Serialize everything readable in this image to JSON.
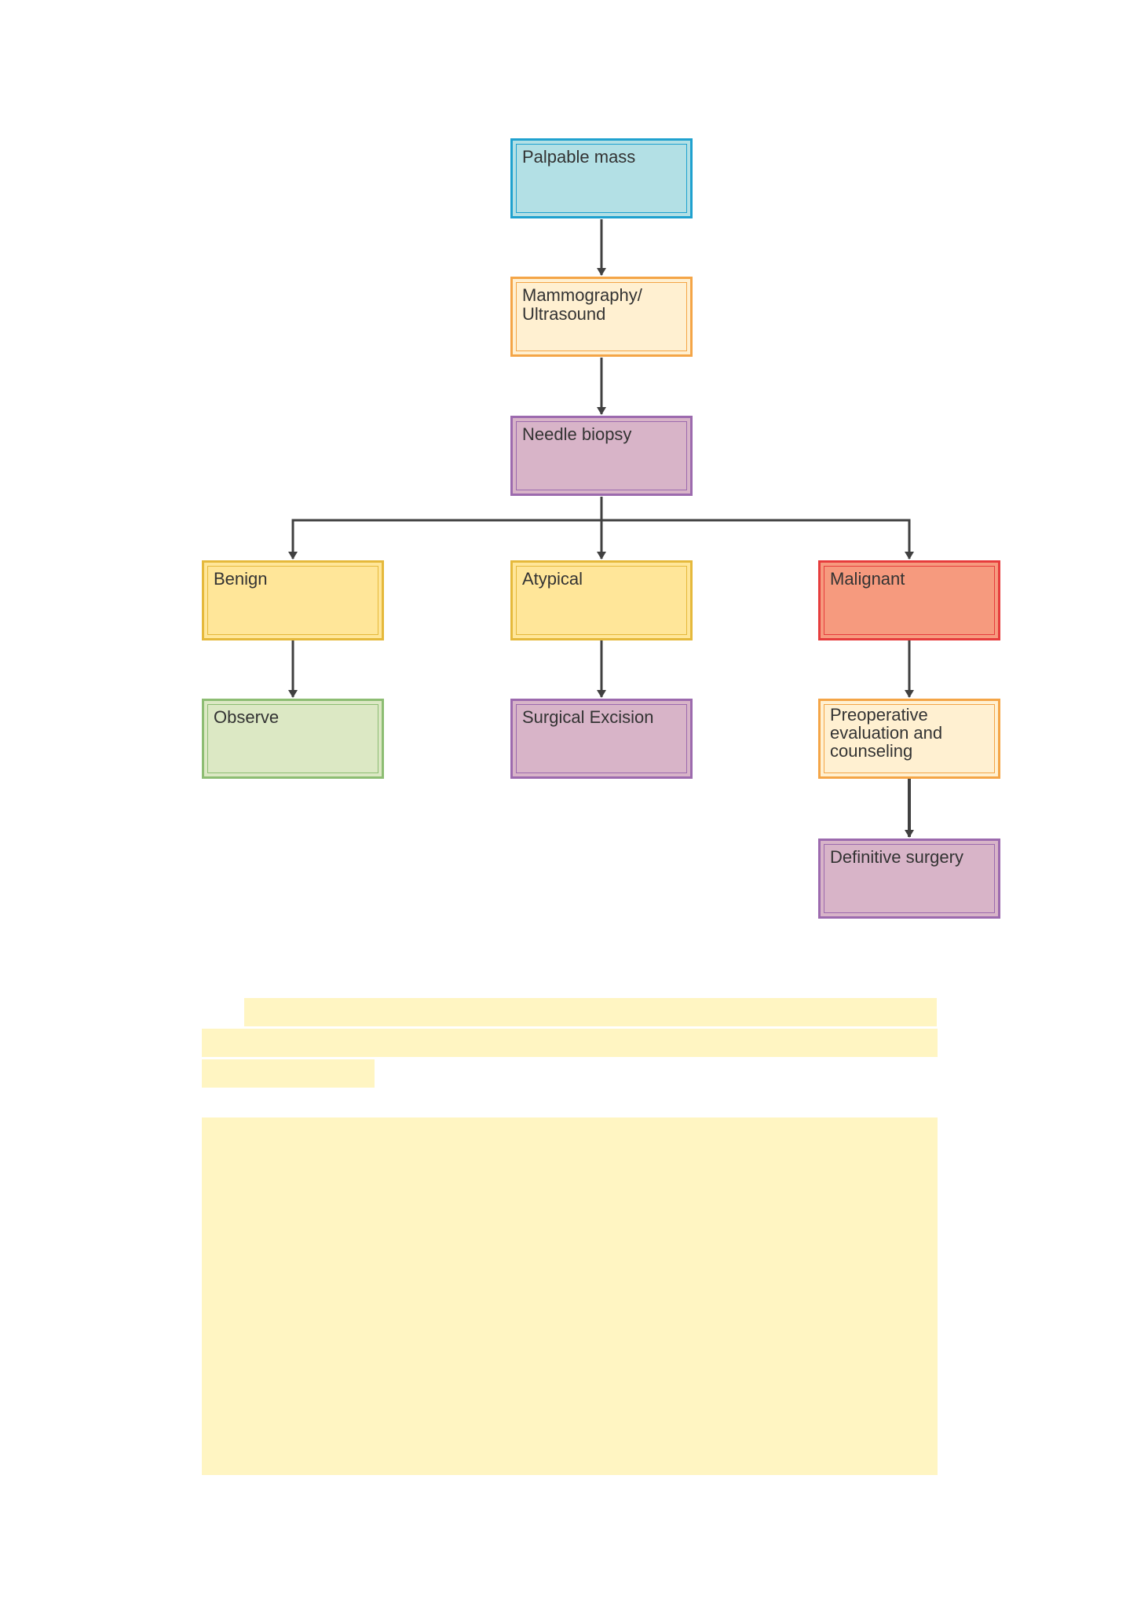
{
  "diagram": {
    "nodes": [
      {
        "id": "palpable-mass",
        "label": "Palpable mass",
        "fill": "#B3E0E5",
        "border": "#1FA1CF"
      },
      {
        "id": "mammography",
        "label": "Mammography/\nUltrasound",
        "fill": "#FFF0D1",
        "border": "#F4A547"
      },
      {
        "id": "needle-biopsy",
        "label": "Needle biopsy",
        "fill": "#D8B4C8",
        "border": "#9C6AAE"
      },
      {
        "id": "benign",
        "label": "Benign",
        "fill": "#FFE699",
        "border": "#E5B93C"
      },
      {
        "id": "atypical",
        "label": "Atypical",
        "fill": "#FFE699",
        "border": "#E5B93C"
      },
      {
        "id": "malignant",
        "label": "Malignant",
        "fill": "#F69A7E",
        "border": "#E63D3D"
      },
      {
        "id": "observe",
        "label": "Observe",
        "fill": "#DCE8C4",
        "border": "#8DBD73"
      },
      {
        "id": "surgical-excision",
        "label": "Surgical Excision",
        "fill": "#D8B4C8",
        "border": "#9C6AAE"
      },
      {
        "id": "preoperative",
        "label": "Preoperative\nevaluation and\ncounseling",
        "fill": "#FFF0D1",
        "border": "#F4A547"
      },
      {
        "id": "definitive-surgery",
        "label": "Definitive surgery",
        "fill": "#D8B4C8",
        "border": "#9C6AAE"
      }
    ],
    "edges": [
      {
        "from": "palpable-mass",
        "to": "mammography"
      },
      {
        "from": "mammography",
        "to": "needle-biopsy"
      },
      {
        "from": "needle-biopsy",
        "to": "benign"
      },
      {
        "from": "needle-biopsy",
        "to": "atypical"
      },
      {
        "from": "needle-biopsy",
        "to": "malignant"
      },
      {
        "from": "benign",
        "to": "observe"
      },
      {
        "from": "atypical",
        "to": "surgical-excision"
      },
      {
        "from": "malignant",
        "to": "preoperative"
      },
      {
        "from": "preoperative",
        "to": "definitive-surgery"
      }
    ],
    "line_color": "#404040",
    "highlight_color": "#FFF5C2"
  }
}
